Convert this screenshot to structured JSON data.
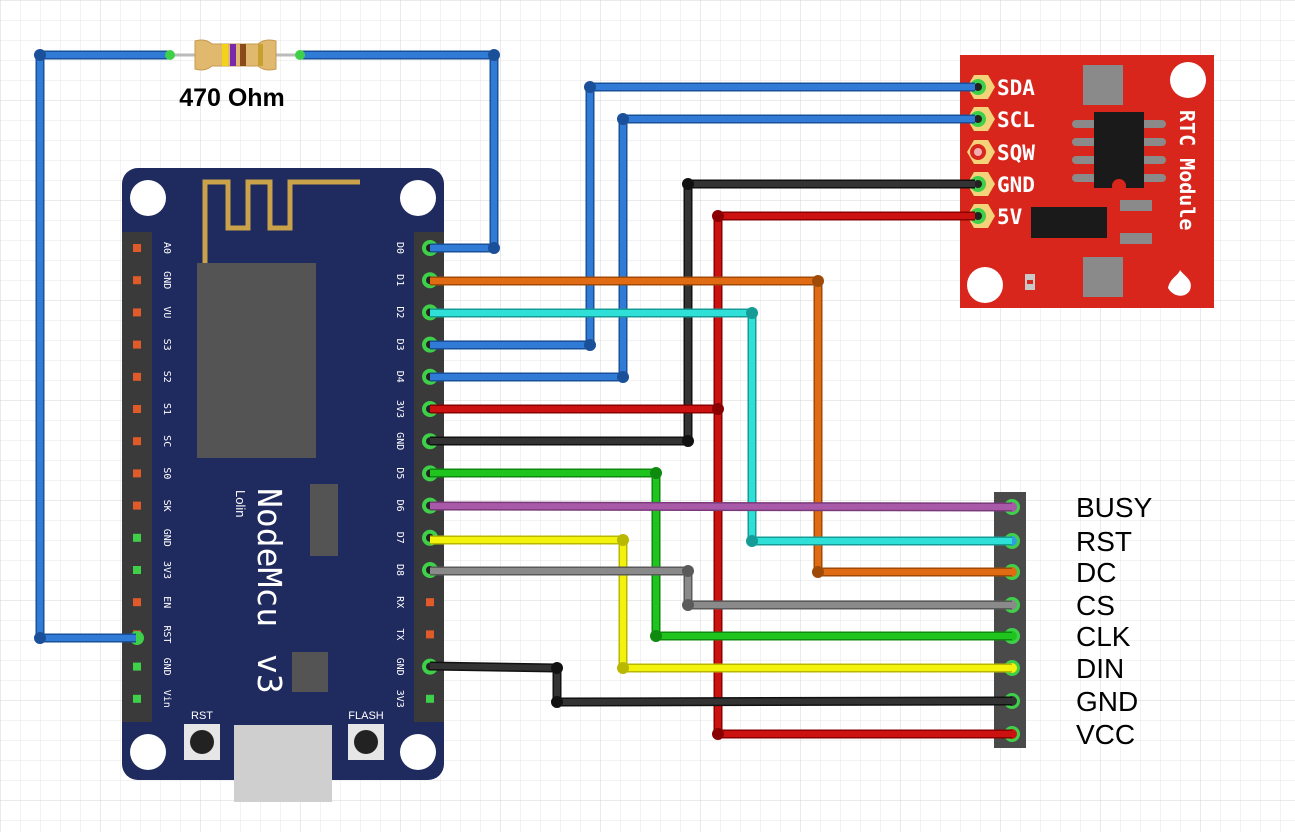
{
  "resistor": {
    "label": "470 Ohm"
  },
  "nodemcu": {
    "name": "NodeMcu",
    "version": "v3",
    "maker": "Lolin",
    "left_pins": [
      "A0",
      "GND",
      "VU",
      "S3",
      "S2",
      "S1",
      "SC",
      "S0",
      "SK",
      "GND",
      "3V3",
      "EN",
      "RST",
      "GND",
      "Vin"
    ],
    "right_pins": [
      "D0",
      "D1",
      "D2",
      "D3",
      "D4",
      "3V3",
      "GND",
      "D5",
      "D6",
      "D7",
      "D8",
      "RX",
      "TX",
      "GND",
      "3V3"
    ],
    "buttons": {
      "rst": "RST",
      "flash": "FLASH"
    }
  },
  "rtc": {
    "title": "RTC Module",
    "pins": [
      "SDA",
      "SCL",
      "SQW",
      "GND",
      "5V"
    ]
  },
  "display_header": {
    "pins": [
      "BUSY",
      "RST",
      "DC",
      "CS",
      "CLK",
      "DIN",
      "GND",
      "VCC"
    ]
  },
  "colors": {
    "board": "#1f2a5e",
    "rtc_board": "#d9261c",
    "wire_blue": "#2f7bd6",
    "wire_orange": "#e06b12",
    "wire_cyan": "#2fe0d8",
    "wire_black": "#222222",
    "wire_red": "#cc1111",
    "wire_green": "#1fc41f",
    "wire_purple": "#a85aa8",
    "wire_yellow": "#f2f20c",
    "wire_gray": "#8a8a8a"
  }
}
